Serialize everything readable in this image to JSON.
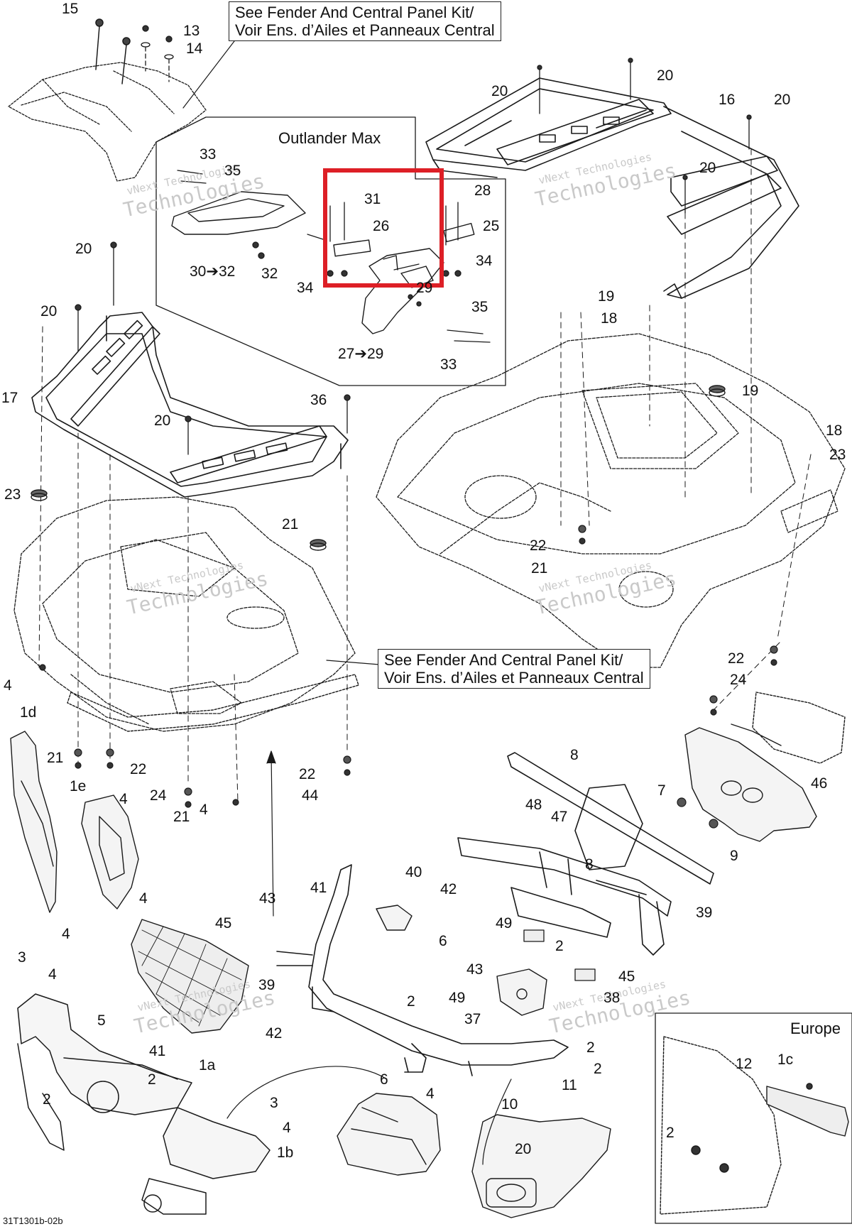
{
  "callouts": {
    "top": [
      "See Fender And Central Panel Kit/",
      "Voir Ens. d’Ailes et Panneaux Central"
    ],
    "middle": [
      "See Fender And Central Panel Kit/",
      "Voir Ens. d’Ailes et Panneaux Central"
    ]
  },
  "insets": {
    "outlander_max": "Outlander Max",
    "europe": "Europe"
  },
  "watermark": {
    "line1": "vNext Technologies",
    "line2": "Technologies"
  },
  "drawing_code": "31T1301b-02b",
  "colors": {
    "highlight": "#dd1f26",
    "line": "#1a1a1a"
  },
  "labels": [
    "15",
    "13",
    "14",
    "20",
    "20",
    "16",
    "20",
    "33",
    "35",
    "31",
    "28",
    "26",
    "25",
    "30➔32",
    "32",
    "34",
    "34",
    "29",
    "35",
    "27➔29",
    "33",
    "20",
    "19",
    "18",
    "20",
    "20",
    "17",
    "20",
    "36",
    "19",
    "18",
    "23",
    "23",
    "21",
    "22",
    "21",
    "22",
    "24",
    "4",
    "1d",
    "21",
    "22",
    "24",
    "4",
    "1e",
    "4",
    "21",
    "22",
    "44",
    "8",
    "7",
    "46",
    "48",
    "47",
    "8",
    "9",
    "39",
    "40",
    "42",
    "41",
    "43",
    "6",
    "4",
    "4",
    "45",
    "49",
    "2",
    "3",
    "4",
    "39",
    "43",
    "49",
    "45",
    "38",
    "37",
    "2",
    "5",
    "42",
    "2",
    "41",
    "2",
    "2",
    "1a",
    "2",
    "3",
    "4",
    "1b",
    "6",
    "4",
    "10",
    "11",
    "12",
    "1c",
    "2",
    "20"
  ]
}
